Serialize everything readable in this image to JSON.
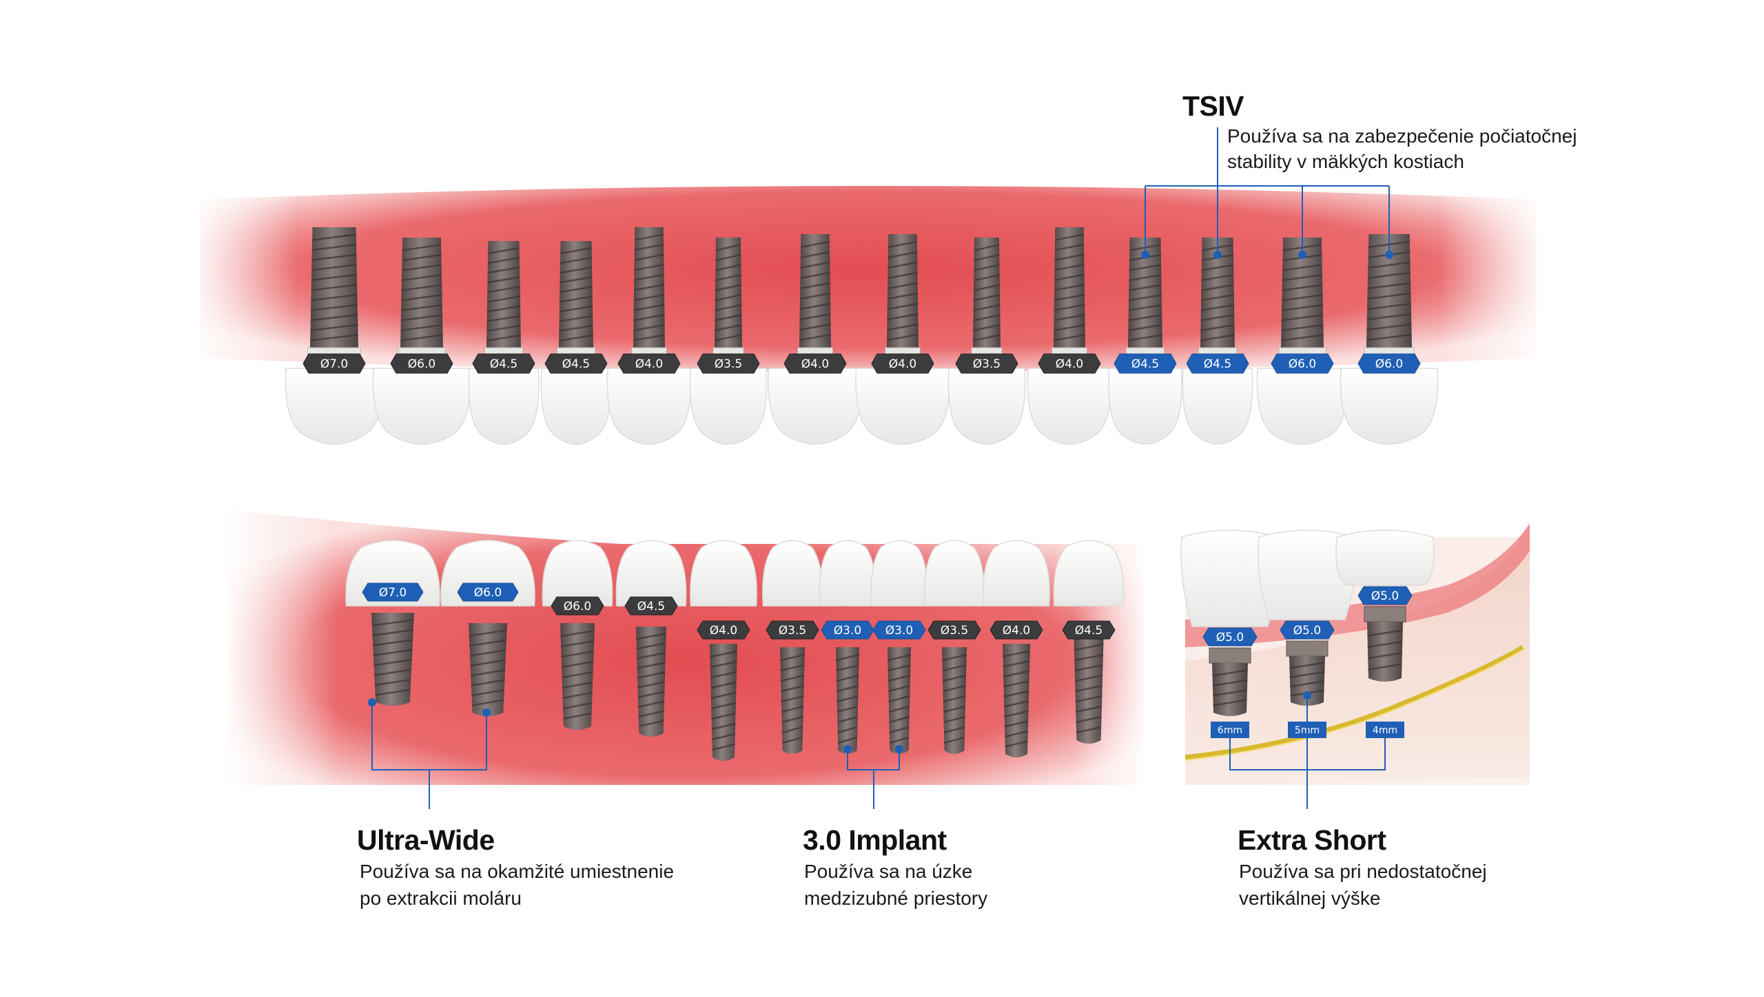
{
  "colors": {
    "gum": "#e9585c",
    "gum_light": "#f6c7c6",
    "tooth": "#f7f7f5",
    "implant": "#6f6462",
    "badge_dark": "#3c3c3e",
    "badge_blue": "#1f5fb5",
    "nerve": "#e2c63e",
    "callout_line": "#1f5fb5"
  },
  "upper_arch": {
    "labels": [
      "Ø7.0",
      "Ø6.0",
      "Ø4.5",
      "Ø4.5",
      "Ø4.0",
      "Ø3.5",
      "Ø4.0",
      "Ø4.0",
      "Ø3.5",
      "Ø4.0",
      "Ø4.5",
      "Ø4.5",
      "Ø6.0",
      "Ø6.0"
    ],
    "highlight": [
      false,
      false,
      false,
      false,
      false,
      false,
      false,
      false,
      false,
      false,
      true,
      true,
      true,
      true
    ]
  },
  "lower_arch": {
    "labels": [
      "Ø7.0",
      "Ø6.0",
      "Ø6.0",
      "Ø4.5",
      "Ø4.0",
      "Ø3.5",
      "Ø3.0",
      "Ø3.0",
      "Ø3.5",
      "Ø4.0",
      "Ø4.5"
    ],
    "highlight": [
      true,
      true,
      false,
      false,
      false,
      false,
      true,
      true,
      false,
      false,
      false
    ]
  },
  "short_panel": {
    "labels": [
      "Ø5.0",
      "Ø5.0",
      "Ø5.0"
    ],
    "lengths": [
      "6mm",
      "5mm",
      "4mm"
    ]
  },
  "captions": {
    "tsiv": {
      "title": "TSIV",
      "desc": [
        "Používa sa na zabezpečenie počiatočnej",
        "stability v mäkkých kostiach"
      ]
    },
    "ultra_wide": {
      "title": "Ultra-Wide",
      "desc": [
        "Používa sa na okamžité umiestnenie",
        "po extrakcii moláru"
      ]
    },
    "implant_30": {
      "title": "3.0 Implant",
      "desc": [
        "Používa sa na úzke",
        "medzizubné priestory"
      ]
    },
    "extra_short": {
      "title": "Extra Short",
      "desc": [
        "Používa sa pri nedostatočnej",
        "vertikálnej výške"
      ]
    }
  }
}
